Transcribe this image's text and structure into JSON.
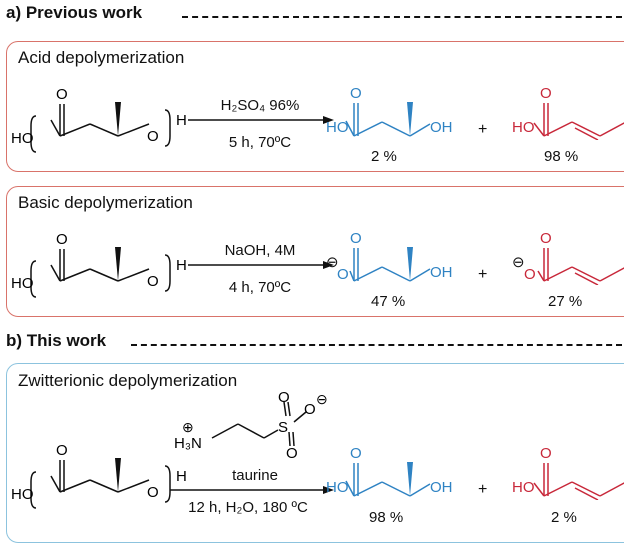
{
  "colors": {
    "red_border": "#d9736a",
    "blue_border": "#8cc3de",
    "blue": "#2f83c3",
    "red": "#c8283a",
    "text": "#111111"
  },
  "section_a": {
    "title": "a) Previous work"
  },
  "section_b": {
    "title": "b) This work"
  },
  "acid": {
    "title": "Acid depolymerization",
    "reagent": "H₂SO₄ 96%",
    "condition": "5 h, 70ºC",
    "yield_hydroxy": "2 %",
    "yield_crotonic": "98 %"
  },
  "basic": {
    "title": "Basic depolymerization",
    "reagent": "NaOH, 4M",
    "condition": "4 h, 70ºC",
    "yield_hydroxy": "47 %",
    "yield_crotonic": "27 %"
  },
  "zwitter": {
    "title": "Zwitterionic depolymerization",
    "reagent": "taurine",
    "condition": "12 h, H₂O, 180 ºC",
    "yield_hydroxy": "98 %",
    "yield_crotonic": "2 %"
  },
  "plus": "+",
  "atoms": {
    "O": "O",
    "H": "H",
    "HO": "HO",
    "OH": "OH",
    "S": "S",
    "NH3": "H₃N",
    "minus": "⊖",
    "plus_charge": "⊕"
  }
}
